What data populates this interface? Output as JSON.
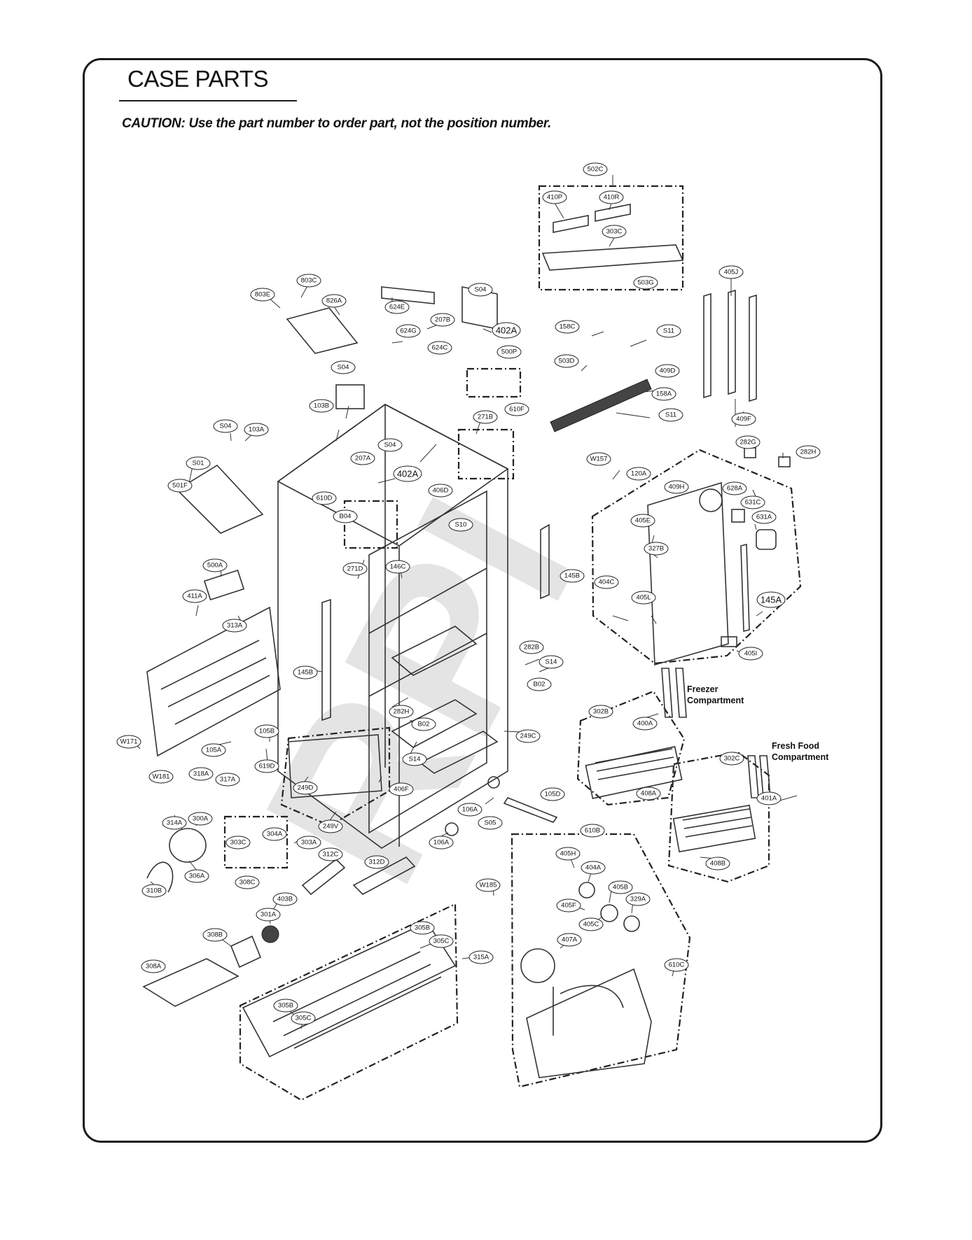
{
  "header": {
    "title": "CASE PARTS",
    "caution": "CAUTION: Use the part number to order part, not the position number."
  },
  "watermark": {
    "text": "RPI",
    "color": "#c8c8c8"
  },
  "compartments": {
    "freezer": "Freezer Compartment",
    "fresh_food": "Fresh Food Compartment"
  },
  "labels": [
    {
      "id": "502C",
      "text": "502C"
    },
    {
      "id": "410P",
      "text": "410P"
    },
    {
      "id": "410R",
      "text": "410R"
    },
    {
      "id": "303C_top",
      "text": "303C"
    },
    {
      "id": "503G",
      "text": "503G"
    },
    {
      "id": "405J",
      "text": "405J"
    },
    {
      "id": "803E",
      "text": "803E"
    },
    {
      "id": "803C",
      "text": "803C"
    },
    {
      "id": "826A",
      "text": "826A"
    },
    {
      "id": "624E",
      "text": "624E"
    },
    {
      "id": "S04_a",
      "text": "S04"
    },
    {
      "id": "207B",
      "text": "207B"
    },
    {
      "id": "402A_a",
      "text": "402A"
    },
    {
      "id": "158C",
      "text": "158C"
    },
    {
      "id": "S11_a",
      "text": "S11"
    },
    {
      "id": "624G",
      "text": "624G"
    },
    {
      "id": "624C",
      "text": "624C"
    },
    {
      "id": "500P",
      "text": "500P"
    },
    {
      "id": "503D",
      "text": "503D"
    },
    {
      "id": "409D",
      "text": "409D"
    },
    {
      "id": "158A",
      "text": "158A"
    },
    {
      "id": "S04_b",
      "text": "S04"
    },
    {
      "id": "103B",
      "text": "103B"
    },
    {
      "id": "610F",
      "text": "610F"
    },
    {
      "id": "S11_b",
      "text": "S11"
    },
    {
      "id": "409F",
      "text": "409F"
    },
    {
      "id": "271B",
      "text": "271B"
    },
    {
      "id": "S04_c",
      "text": "S04"
    },
    {
      "id": "103A",
      "text": "103A"
    },
    {
      "id": "S04_d",
      "text": "S04"
    },
    {
      "id": "207A",
      "text": "207A"
    },
    {
      "id": "282G",
      "text": "282G"
    },
    {
      "id": "282H",
      "text": "282H"
    },
    {
      "id": "S01",
      "text": "S01"
    },
    {
      "id": "402A_b",
      "text": "402A"
    },
    {
      "id": "W157",
      "text": "W157"
    },
    {
      "id": "120A",
      "text": "120A"
    },
    {
      "id": "501F",
      "text": "501F"
    },
    {
      "id": "406D",
      "text": "406D"
    },
    {
      "id": "409H",
      "text": "409H"
    },
    {
      "id": "628A",
      "text": "628A"
    },
    {
      "id": "610D",
      "text": "610D"
    },
    {
      "id": "631C",
      "text": "631C"
    },
    {
      "id": "631A",
      "text": "631A"
    },
    {
      "id": "B04",
      "text": "B04"
    },
    {
      "id": "S10",
      "text": "S10"
    },
    {
      "id": "405E",
      "text": "405E"
    },
    {
      "id": "327B",
      "text": "327B"
    },
    {
      "id": "500A",
      "text": "500A"
    },
    {
      "id": "271D",
      "text": "271D"
    },
    {
      "id": "146C",
      "text": "146C"
    },
    {
      "id": "145B_a",
      "text": "145B"
    },
    {
      "id": "404C",
      "text": "404C"
    },
    {
      "id": "405L",
      "text": "405L"
    },
    {
      "id": "411A",
      "text": "411A"
    },
    {
      "id": "145A",
      "text": "145A"
    },
    {
      "id": "313A",
      "text": "313A"
    },
    {
      "id": "145B_b",
      "text": "145B"
    },
    {
      "id": "282B",
      "text": "282B"
    },
    {
      "id": "S14_a",
      "text": "S14"
    },
    {
      "id": "405I",
      "text": "405I"
    },
    {
      "id": "B02_a",
      "text": "B02"
    },
    {
      "id": "282H_b",
      "text": "282H"
    },
    {
      "id": "302B",
      "text": "302B"
    },
    {
      "id": "B02_b",
      "text": "B02"
    },
    {
      "id": "400A",
      "text": "400A"
    },
    {
      "id": "105B",
      "text": "105B"
    },
    {
      "id": "249C",
      "text": "249C"
    },
    {
      "id": "W171",
      "text": "W171"
    },
    {
      "id": "105A",
      "text": "105A"
    },
    {
      "id": "S14_b",
      "text": "S14"
    },
    {
      "id": "302C",
      "text": "302C"
    },
    {
      "id": "619D",
      "text": "619D"
    },
    {
      "id": "W181",
      "text": "W181"
    },
    {
      "id": "318A",
      "text": "318A"
    },
    {
      "id": "317A",
      "text": "317A"
    },
    {
      "id": "249D",
      "text": "249D"
    },
    {
      "id": "406F",
      "text": "406F"
    },
    {
      "id": "408A",
      "text": "408A"
    },
    {
      "id": "401A",
      "text": "401A"
    },
    {
      "id": "105D",
      "text": "105D"
    },
    {
      "id": "106A_a",
      "text": "106A"
    },
    {
      "id": "314A",
      "text": "314A"
    },
    {
      "id": "300A",
      "text": "300A"
    },
    {
      "id": "249V",
      "text": "249V"
    },
    {
      "id": "S05",
      "text": "S05"
    },
    {
      "id": "610B",
      "text": "610B"
    },
    {
      "id": "304A",
      "text": "304A"
    },
    {
      "id": "303C_b",
      "text": "303C"
    },
    {
      "id": "303A",
      "text": "303A"
    },
    {
      "id": "106A_b",
      "text": "106A"
    },
    {
      "id": "312C",
      "text": "312C"
    },
    {
      "id": "312D",
      "text": "312D"
    },
    {
      "id": "405H",
      "text": "405H"
    },
    {
      "id": "408B",
      "text": "408B"
    },
    {
      "id": "306A",
      "text": "306A"
    },
    {
      "id": "404A",
      "text": "404A"
    },
    {
      "id": "308C",
      "text": "308C"
    },
    {
      "id": "W185",
      "text": "W185"
    },
    {
      "id": "405B",
      "text": "405B"
    },
    {
      "id": "310B",
      "text": "310B"
    },
    {
      "id": "403B",
      "text": "403B"
    },
    {
      "id": "329A",
      "text": "329A"
    },
    {
      "id": "405F",
      "text": "405F"
    },
    {
      "id": "301A",
      "text": "301A"
    },
    {
      "id": "405C",
      "text": "405C"
    },
    {
      "id": "305B_a",
      "text": "305B"
    },
    {
      "id": "308B",
      "text": "308B"
    },
    {
      "id": "305C_a",
      "text": "305C"
    },
    {
      "id": "407A",
      "text": "407A"
    },
    {
      "id": "315A",
      "text": "315A"
    },
    {
      "id": "308A",
      "text": "308A"
    },
    {
      "id": "610C",
      "text": "610C"
    },
    {
      "id": "305B_b",
      "text": "305B"
    },
    {
      "id": "305C_b",
      "text": "305C"
    }
  ]
}
